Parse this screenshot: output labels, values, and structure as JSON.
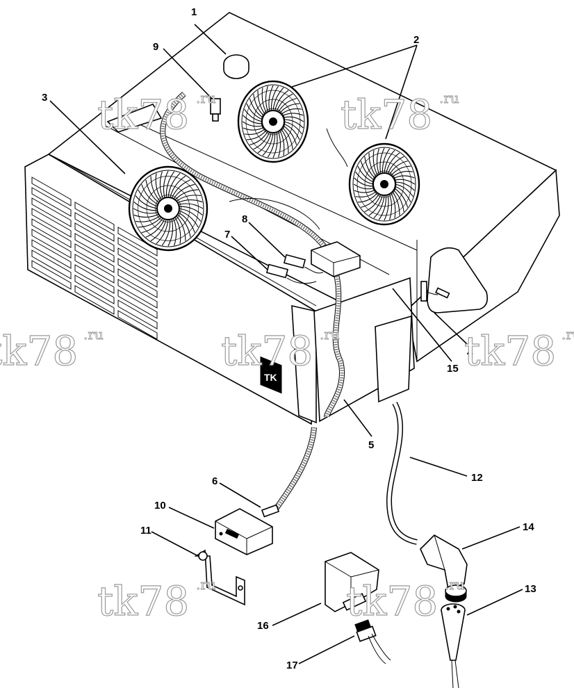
{
  "watermark": {
    "main": "tk78",
    "suffix": ".ru"
  },
  "callouts": [
    {
      "id": "c1",
      "label": "1"
    },
    {
      "id": "c2",
      "label": "2"
    },
    {
      "id": "c3",
      "label": "3"
    },
    {
      "id": "c4",
      "label": "4"
    },
    {
      "id": "c5",
      "label": "5"
    },
    {
      "id": "c6",
      "label": "6"
    },
    {
      "id": "c7",
      "label": "7"
    },
    {
      "id": "c8",
      "label": "8"
    },
    {
      "id": "c9",
      "label": "9"
    },
    {
      "id": "c10",
      "label": "10"
    },
    {
      "id": "c11",
      "label": "11"
    },
    {
      "id": "c12",
      "label": "12"
    },
    {
      "id": "c13",
      "label": "13"
    },
    {
      "id": "c14",
      "label": "14"
    },
    {
      "id": "c15",
      "label": "15"
    },
    {
      "id": "c16",
      "label": "16"
    },
    {
      "id": "c17",
      "label": "17"
    }
  ],
  "logo_text": "TK"
}
